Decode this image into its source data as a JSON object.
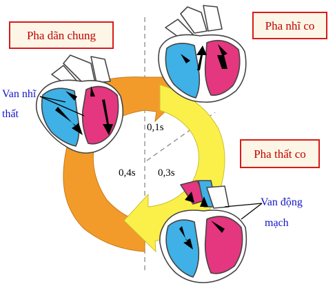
{
  "phases": {
    "dan_chung": "Pha dãn chung",
    "nhi_co": "Pha nhĩ co",
    "that_co": "Pha thất co"
  },
  "valves": {
    "nhi_that_line1": "Van nhĩ",
    "nhi_that_line2": "thất",
    "dong_mach_line1": "Van động",
    "dong_mach_line2": "mạch"
  },
  "durations": {
    "nhi_co": "0,1s",
    "dan_chung": "0,4s",
    "that_co": "0,3s"
  },
  "colors": {
    "label_red": "#c00000",
    "label_blue": "#1313c8",
    "arrow_orange": "#f39b2a",
    "arrow_yellow": "#fbf04a",
    "atrium_blue": "#3fb1e6",
    "ventricle_pink": "#e4377f",
    "heart_outline": "#444444"
  }
}
